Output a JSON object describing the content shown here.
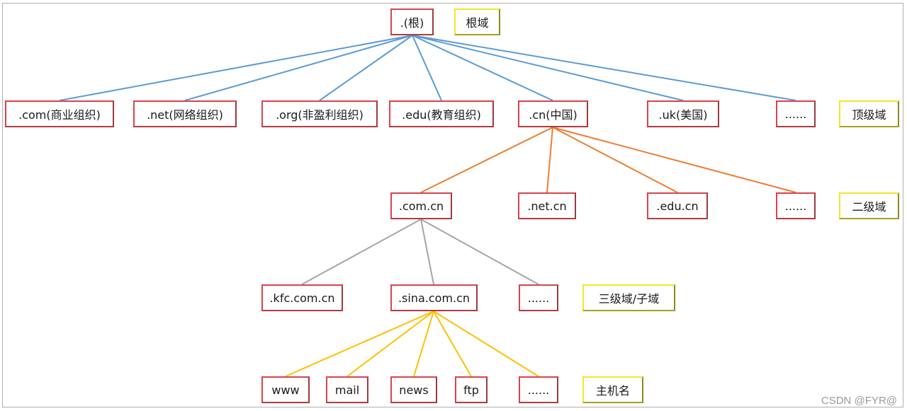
{
  "nodes": {
    "root": ".(根)",
    "tld_com": ".com(商业组织)",
    "tld_net": ".net(网络组织)",
    "tld_org": ".org(非盈利组织)",
    "tld_edu": ".edu(教育组织)",
    "tld_cn": ".cn(中国)",
    "tld_uk": ".uk(美国)",
    "tld_more": "......",
    "sld_com_cn": ".com.cn",
    "sld_net_cn": ".net.cn",
    "sld_edu_cn": ".edu.cn",
    "sld_more": "......",
    "third_kfc": ".kfc.com.cn",
    "third_sina": ".sina.com.cn",
    "third_more": "......",
    "host_www": "www",
    "host_mail": "mail",
    "host_news": "news",
    "host_ftp": "ftp",
    "host_more": "......"
  },
  "levels": {
    "root": "根域",
    "tld": "顶级域",
    "sld": "二级域",
    "third": "三级域/子域",
    "host": "主机名"
  },
  "colors": {
    "root_links": "#5b9bd5",
    "cn_links": "#ed7d31",
    "com_cn_links": "#a5a5a5",
    "sina_links": "#ffc000"
  },
  "watermark": "CSDN @FYR@"
}
